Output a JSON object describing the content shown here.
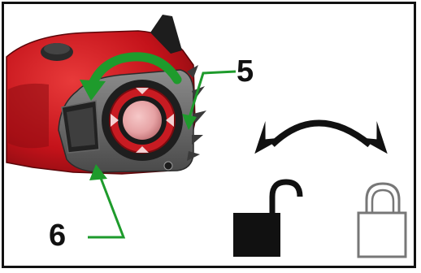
{
  "callouts": {
    "housing_cover": "5",
    "release_lever": "6"
  },
  "icons": {
    "unlock": "unlocked-padlock",
    "lock": "locked-padlock",
    "toggle": "double-headed-arrow"
  },
  "colors": {
    "arrow": "#1e9b2c",
    "body_red": "#c4121a",
    "housing_dark": "#2b2b2b",
    "frame": "#111111"
  }
}
